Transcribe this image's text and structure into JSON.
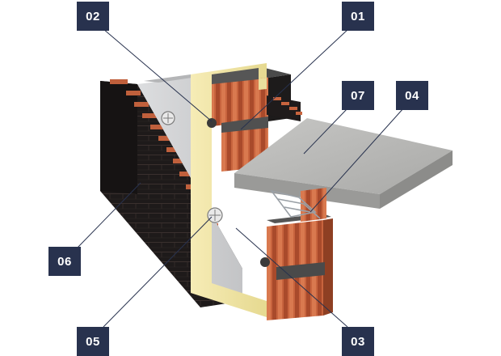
{
  "callouts": {
    "c01": "01",
    "c02": "02",
    "c03": "03",
    "c04": "04",
    "c05": "05",
    "c06": "06",
    "c07": "07"
  },
  "colors": {
    "callout_bg": "#28324e",
    "callout_text": "#ffffff",
    "leader_line": "#28324e",
    "facing_brick": "#1c1818",
    "brick_edge": "#c0603c",
    "insulation_board": "#d4d5d7",
    "air_gap_foam": "#f3e7a9",
    "ceramic_block": "#c8643e",
    "concrete_slab": "#bdbdbb"
  }
}
